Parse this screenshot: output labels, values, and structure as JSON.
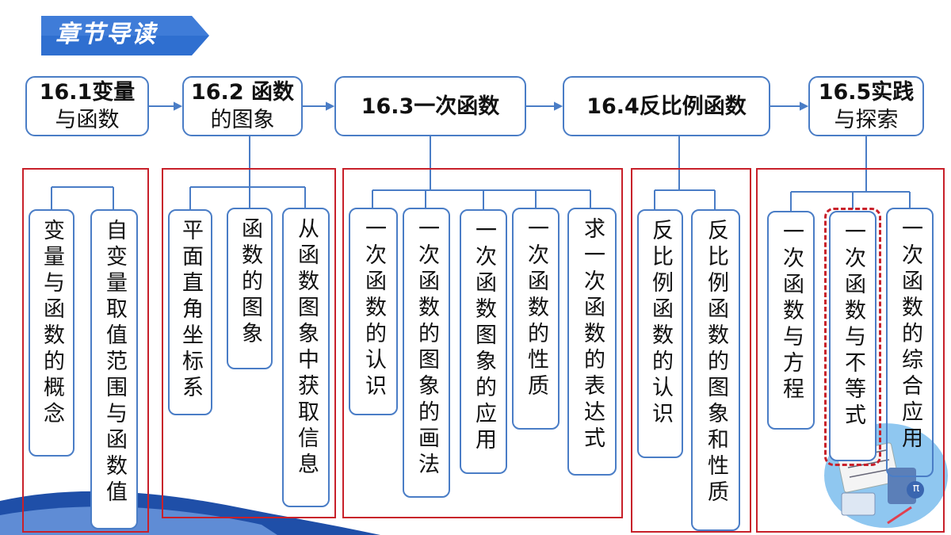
{
  "banner": {
    "title": "章节导读"
  },
  "sections": [
    {
      "id": "s1",
      "line1": "16.1变量",
      "line2": "与函数",
      "items": [
        "变量与函数的概念",
        "自变量取值范围与函数值"
      ]
    },
    {
      "id": "s2",
      "line1": "16.2 函数",
      "line2": "的图象",
      "items": [
        "平面直角坐标系",
        "函数的图象",
        "从函数图象中获取信息"
      ]
    },
    {
      "id": "s3",
      "line1": "16.3一次函数",
      "line2": "",
      "items": [
        "一次函数的认识",
        "一次函数的图象的画法",
        "一次函数图象的应用",
        "一次函数的性质",
        "求一次函数的表达式"
      ]
    },
    {
      "id": "s4",
      "line1": "16.4反比例函数",
      "line2": "",
      "items": [
        "反比例函数的认识",
        "反比例函数的图象和性质"
      ]
    },
    {
      "id": "s5",
      "line1": "16.5实践",
      "line2": "与探索",
      "items": [
        "一次函数与方程",
        "一次函数与不等式",
        "一次函数的综合应用"
      ]
    }
  ],
  "colors": {
    "accent": "#2f6fd0",
    "box_border": "#4a7dc6",
    "group_border": "#c8202a",
    "wave": "#1f4fa8"
  },
  "decor": {
    "pi_symbol": "π"
  }
}
